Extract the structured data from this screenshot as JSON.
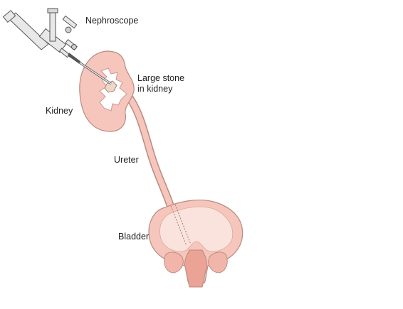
{
  "labels": {
    "nephroscope": "Nephroscope",
    "stone_line1": "Large stone",
    "stone_line2": "in kidney",
    "kidney": "Kidney",
    "ureter": "Ureter",
    "bladder": "Bladder"
  },
  "colors": {
    "tissue_fill": "#f6c6bc",
    "tissue_dark": "#eaa395",
    "tissue_outline": "#b98a80",
    "pelvis_fill": "#ffffff",
    "instrument_fill": "#e8e8e8",
    "instrument_stroke": "#555555",
    "text": "#222222"
  }
}
